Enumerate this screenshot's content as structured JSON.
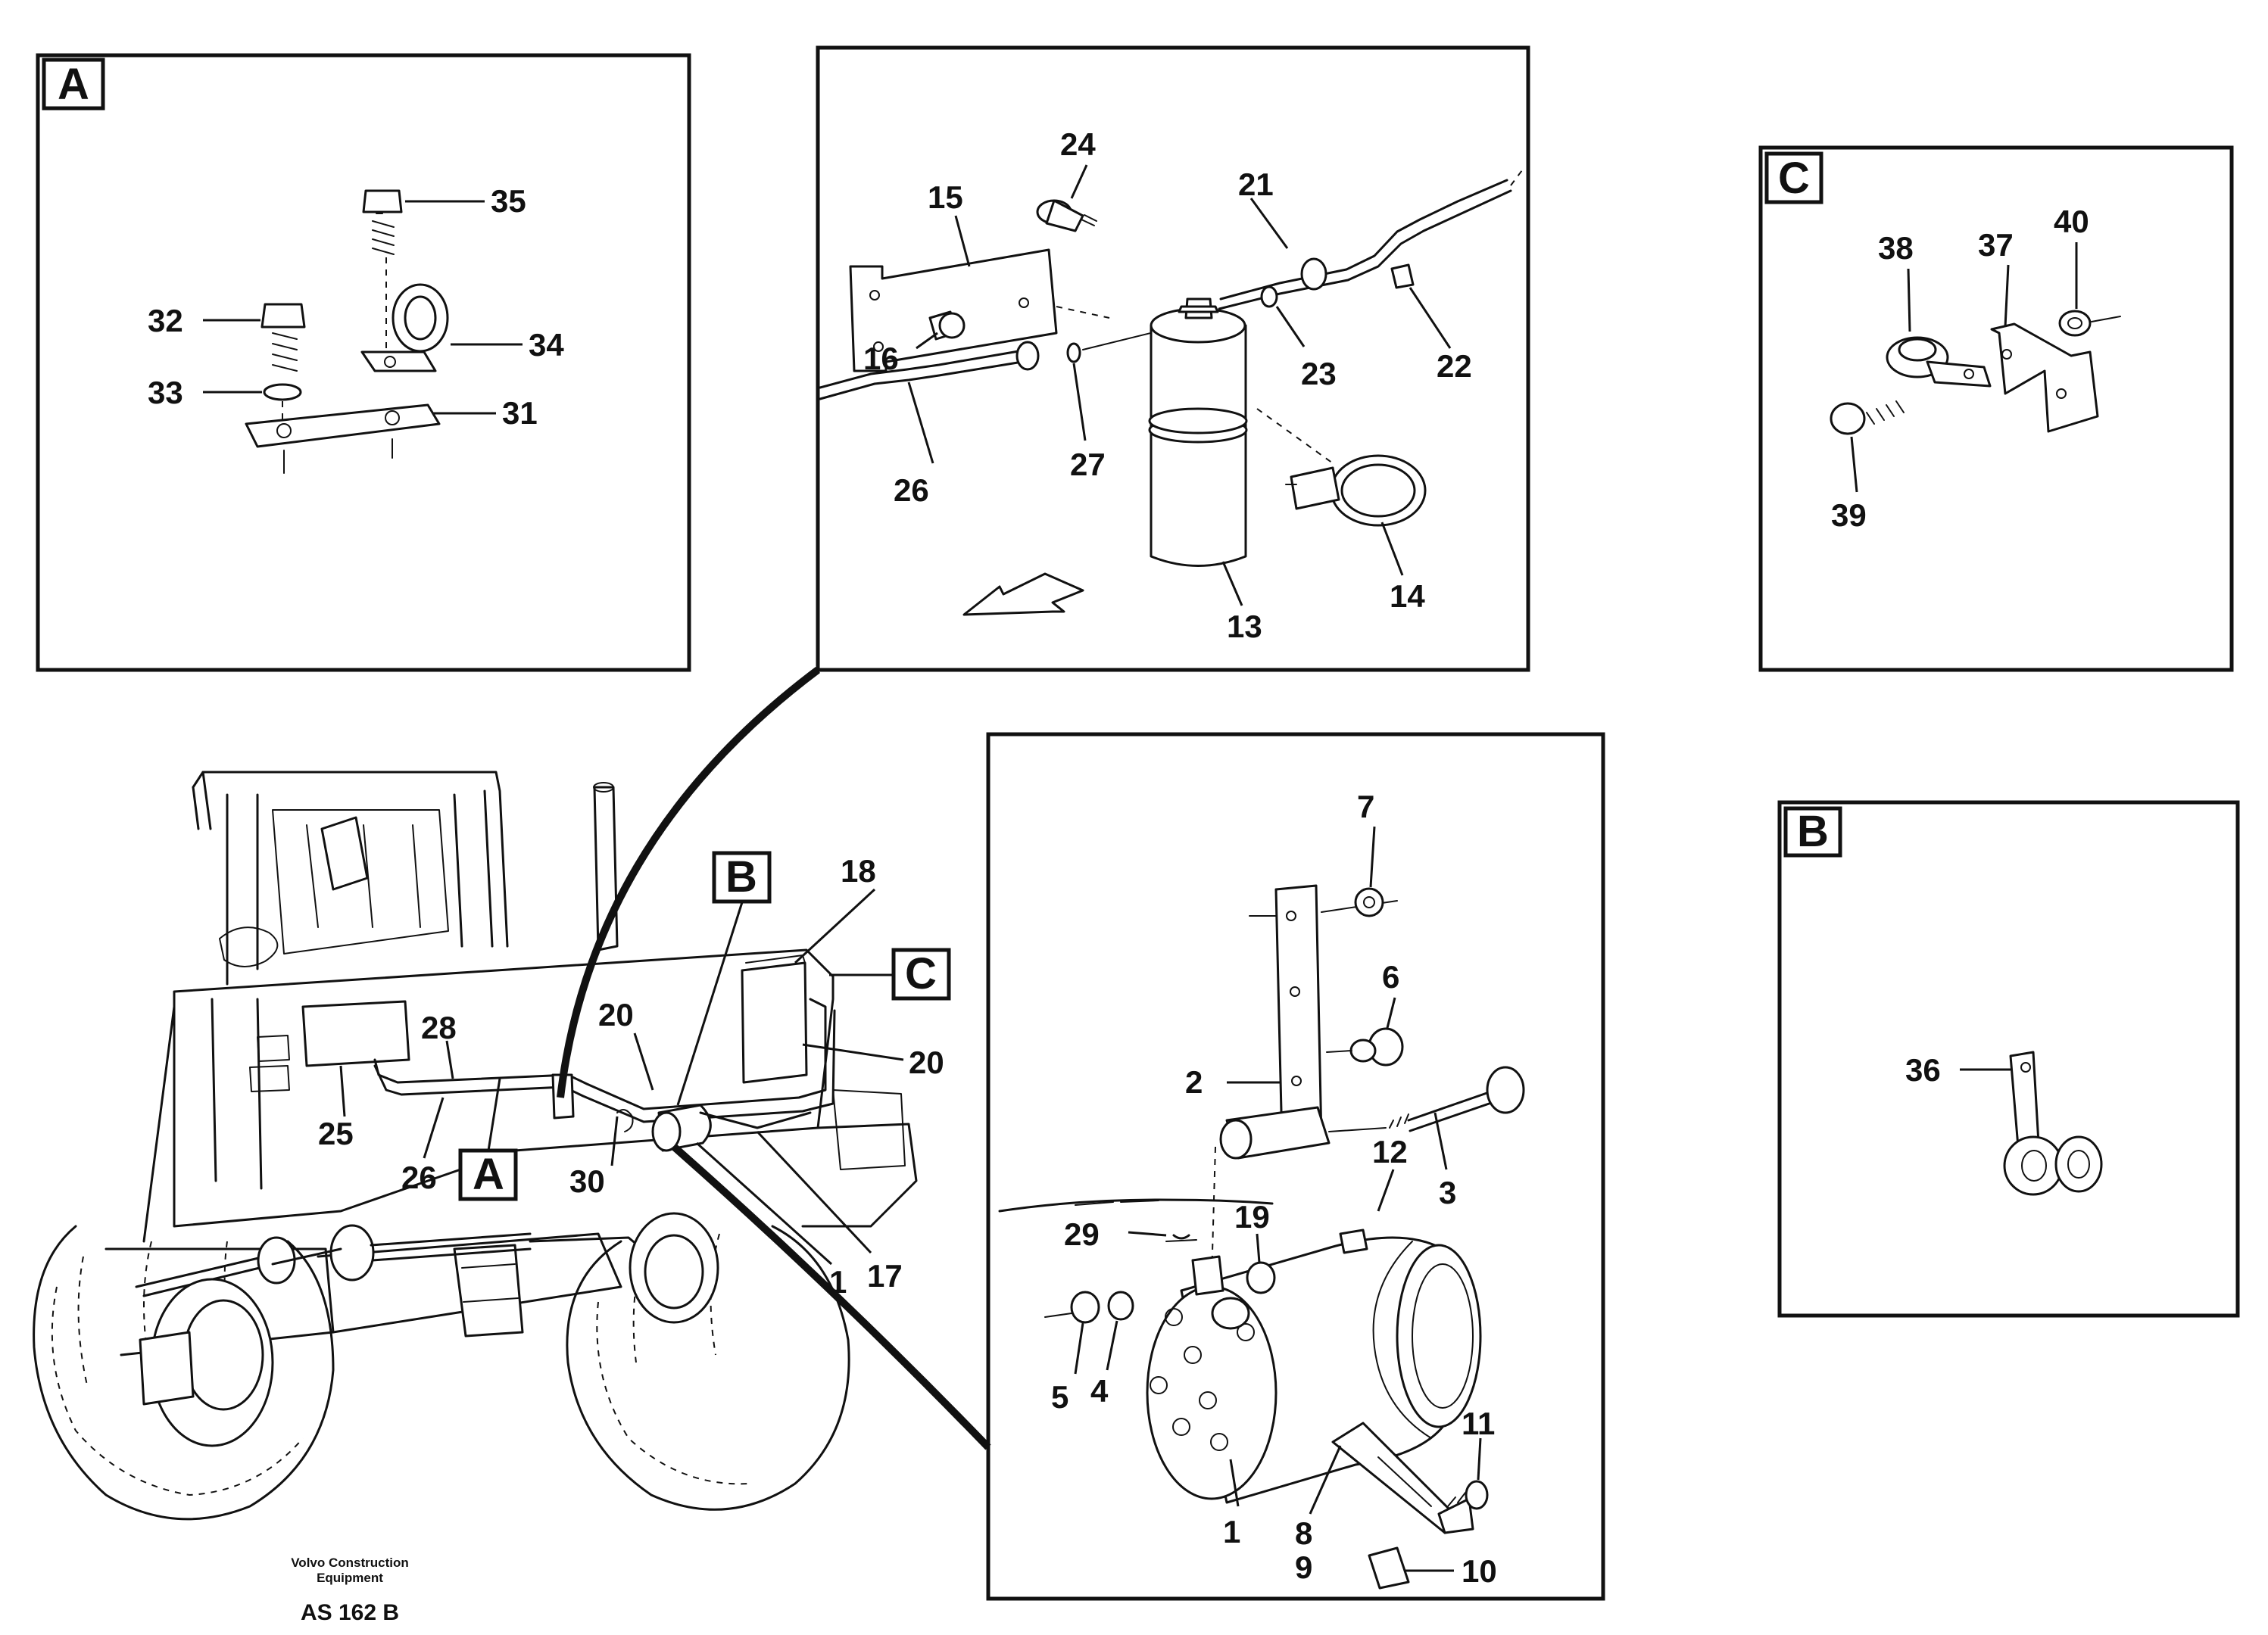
{
  "panels": {
    "a": {
      "tag": "A"
    },
    "b": {
      "tag": "B"
    },
    "c": {
      "tag": "C"
    }
  },
  "overview_tags": {
    "a": "A",
    "b": "B",
    "c": "C"
  },
  "part_numbers": {
    "p1_main": "1",
    "p1_overview": "1",
    "p2": "2",
    "p3": "3",
    "p4": "4",
    "p5": "5",
    "p6": "6",
    "p7": "7",
    "p8": "8",
    "p9": "9",
    "p10": "10",
    "p11": "11",
    "p12": "12",
    "p13": "13",
    "p14": "14",
    "p15": "15",
    "p16": "16",
    "p17": "17",
    "p18": "18",
    "p19": "19",
    "p20_a": "20",
    "p20_b": "20",
    "p21": "21",
    "p22": "22",
    "p23": "23",
    "p24": "24",
    "p25": "25",
    "p26_top": "26",
    "p26_overview": "26",
    "p27": "27",
    "p28": "28",
    "p29": "29",
    "p30": "30",
    "p31": "31",
    "p32": "32",
    "p33": "33",
    "p34": "34",
    "p35": "35",
    "p36": "36",
    "p37": "37",
    "p38": "38",
    "p39": "39",
    "p40": "40"
  },
  "footer": {
    "brand_line1": "Volvo Construction",
    "brand_line2": "Equipment",
    "code": "AS 162 B"
  }
}
